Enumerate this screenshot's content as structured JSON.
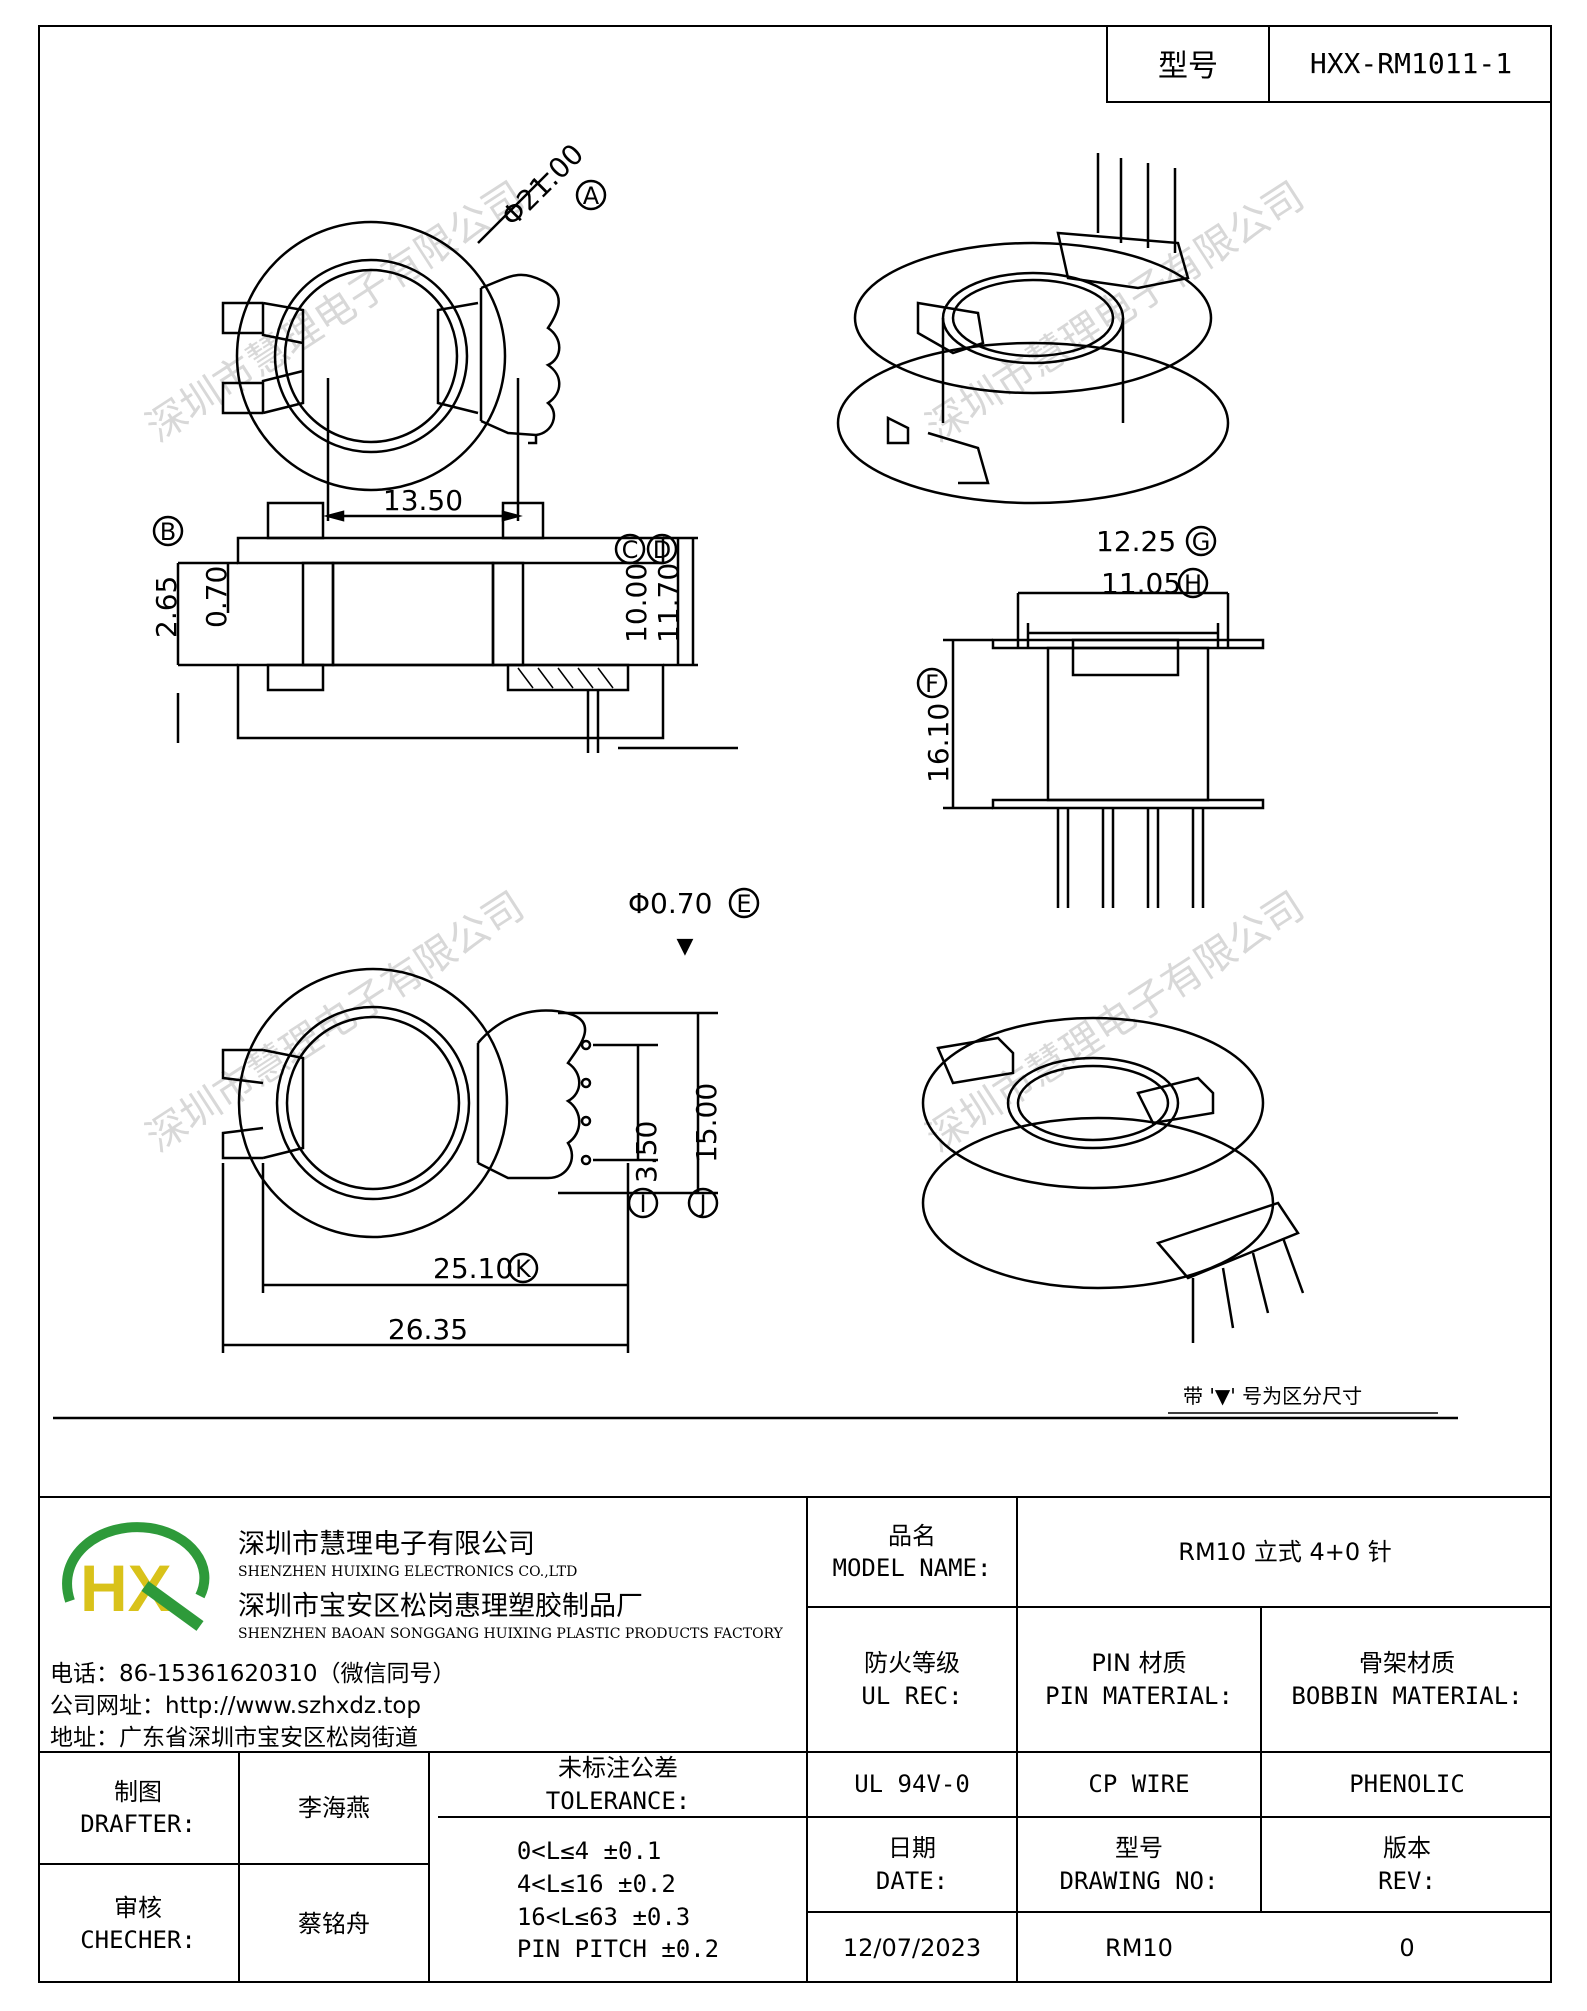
{
  "header": {
    "model_label": "型号",
    "model_value": "HXX-RM1011-1"
  },
  "dimensions": {
    "top_view": {
      "diameter": "Φ21.00",
      "diameter_ref": "A",
      "width": "13.50"
    },
    "side_view": {
      "b_val": "2.65",
      "b_ref": "B",
      "h070": "0.70",
      "c_val": "10.00",
      "c_ref": "C",
      "d_val": "11.70",
      "d_ref": "D",
      "e_val": "Φ0.70",
      "e_ref": "E"
    },
    "front_view": {
      "g_val": "12.25",
      "g_ref": "G",
      "h_val": "11.05",
      "h_ref": "H",
      "f_val": "16.10",
      "f_ref": "F"
    },
    "bottom_view": {
      "i_val": "3.50",
      "i_ref": "I",
      "j_val": "15.00",
      "j_ref": "J",
      "k_val": "25.10",
      "k_ref": "K",
      "total": "26.35"
    },
    "note": "带 '▼' 号为区分尺寸",
    "marker": "▼"
  },
  "watermark": "深圳市慧理电子有限公司",
  "company": {
    "name_cn": "深圳市慧理电子有限公司",
    "name_en": "SHENZHEN HUIXING ELECTRONICS CO.,LTD",
    "factory_cn": "深圳市宝安区松岗惠理塑胶制品厂",
    "factory_en": "SHENZHEN BAOAN SONGGANG HUIXING PLASTIC PRODUCTS FACTORY",
    "phone": "电话：86-15361620310（微信同号）",
    "website": "公司网址：http://www.szhxdz.top",
    "address": "地址：广东省深圳市宝安区松岗街道",
    "logo_letters": "HX",
    "logo_colors": {
      "green": "#2e9a3a",
      "yellow": "#d9c21a"
    }
  },
  "title_block": {
    "model_name_cn": "品名",
    "model_name_en": "MODEL NAME:",
    "model_name_value": "RM10 立式 4+0 针",
    "ul_rec_cn": "防火等级",
    "ul_rec_en": "UL REC:",
    "pin_cn": "PIN 材质",
    "pin_en": "PIN MATERIAL:",
    "bobbin_cn": "骨架材质",
    "bobbin_en": "BOBBIN MATERIAL:",
    "ul_value": "UL 94V-0",
    "pin_value": "CP WIRE",
    "bobbin_value": "PHENOLIC",
    "drafter_cn": "制图",
    "drafter_en": "DRAFTER:",
    "drafter_name": "李海燕",
    "tolerance_cn": "未标注公差",
    "tolerance_en": "TOLERANCE:",
    "tolerance_lines": [
      "0<L≤4   ±0.1",
      "4<L≤16  ±0.2",
      "16<L≤63  ±0.3",
      "PIN PITCH ±0.2"
    ],
    "checker_cn": "审核",
    "checker_en": "CHECHER:",
    "checker_name": "蔡铭舟",
    "date_cn": "日期",
    "date_en": "DATE:",
    "date_value": "12/07/2023",
    "drawing_no_cn": "型号",
    "drawing_no_en": "DRAWING NO:",
    "drawing_no_value": "RM10",
    "rev_cn": "版本",
    "rev_en": "REV:",
    "rev_value": "0"
  }
}
